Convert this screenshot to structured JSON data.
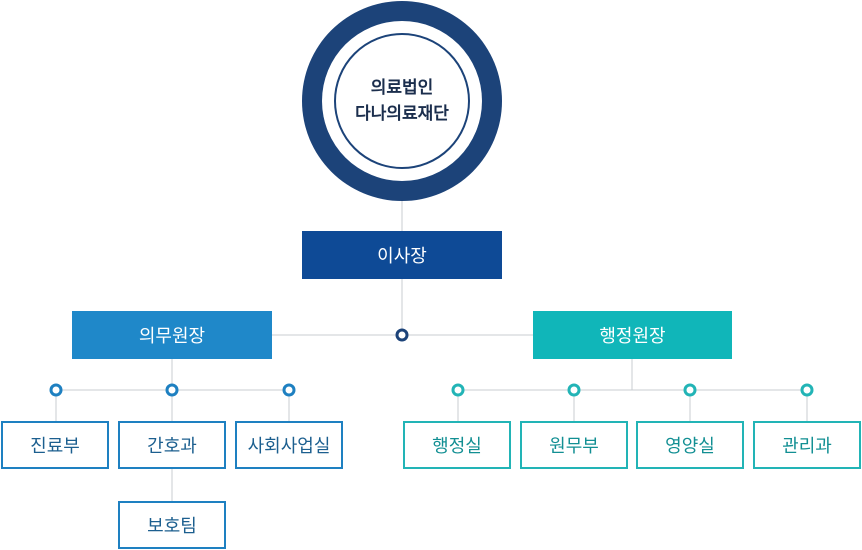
{
  "root": {
    "line1": "의료법인",
    "line2": "다나의료재단"
  },
  "chairman": {
    "label": "이사장"
  },
  "medical_director": {
    "label": "의무원장",
    "departments": [
      {
        "label": "진료부"
      },
      {
        "label": "간호과"
      },
      {
        "label": "사회사업실"
      }
    ],
    "sub_team": {
      "label": "보호팀"
    }
  },
  "admin_director": {
    "label": "행정원장",
    "departments": [
      {
        "label": "행정실"
      },
      {
        "label": "원무부"
      },
      {
        "label": "영양실"
      },
      {
        "label": "관리과"
      }
    ]
  },
  "colors": {
    "navy": "#1c4379",
    "chairman": "#0e4a96",
    "medical": "#1f88c9",
    "admin": "#10b6b9",
    "line": "#c9ccd1"
  }
}
